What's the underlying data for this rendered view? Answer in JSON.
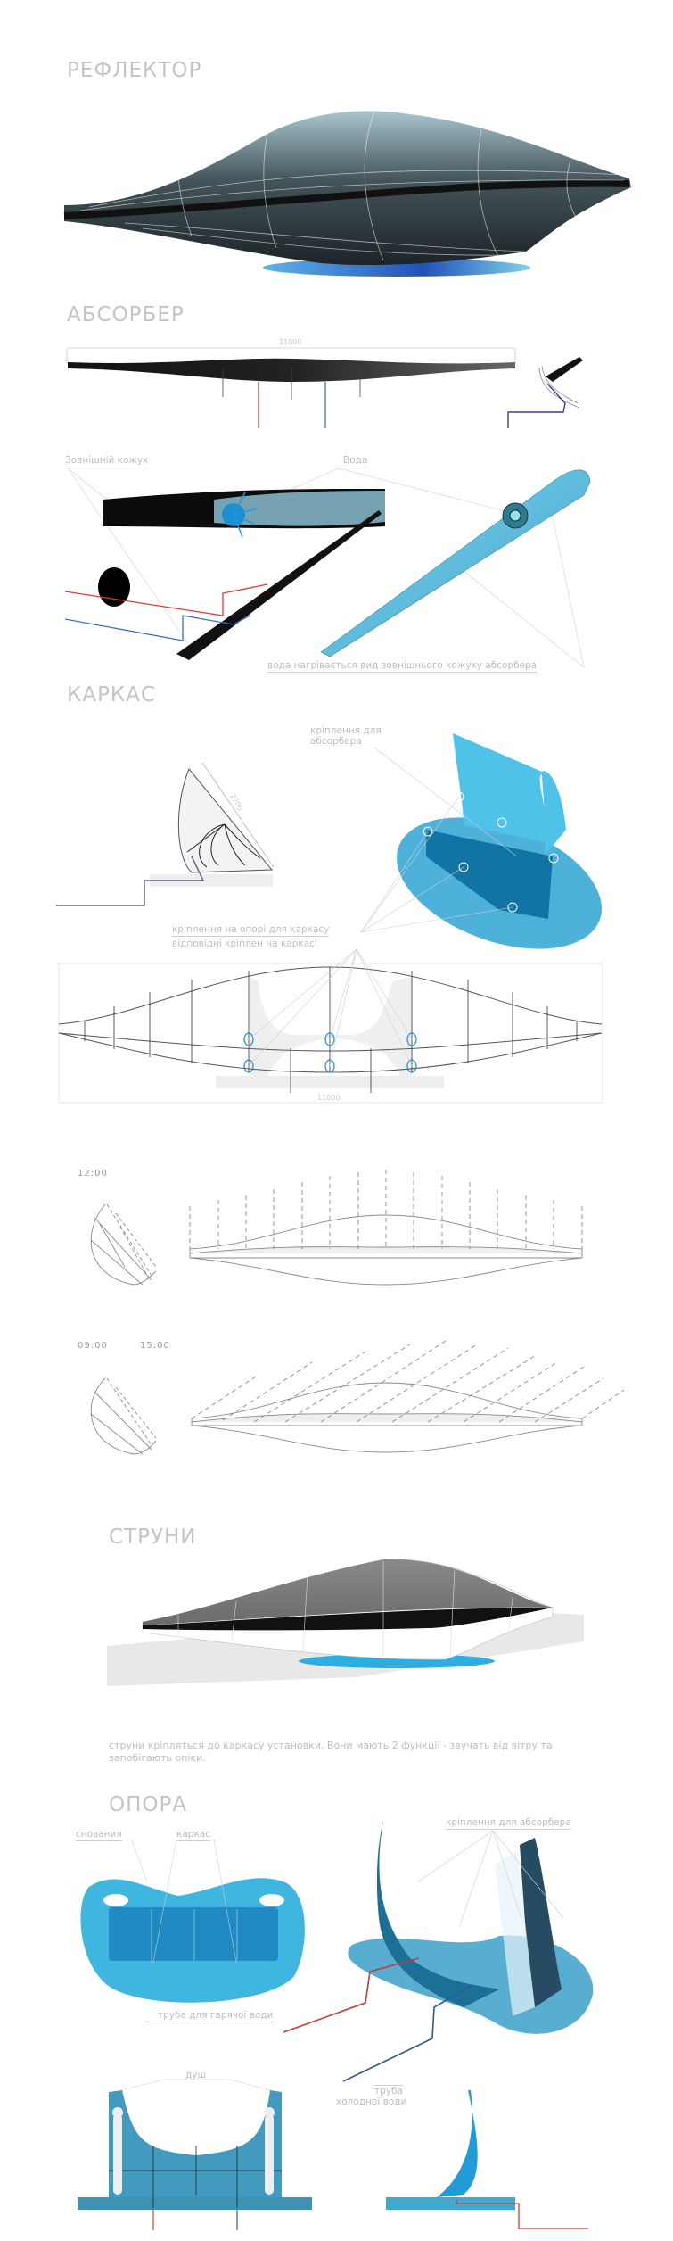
{
  "sections": {
    "reflector": {
      "title": "РЕФЛЕКТОР"
    },
    "absorber": {
      "title": "АБСОРБЕР",
      "dimension": "11000",
      "label_outer_shell": "Зовнішній кожух",
      "label_water": "Вода",
      "caption": "вода нагрівається вид зовнішнього кожуху абсорбера"
    },
    "frame": {
      "title": "КАРКАС",
      "label_absorber_mount_line1": "кріплення для",
      "label_absorber_mount_line2": "абсорбера",
      "dimension_height": "2700",
      "label_support_mounts": "кріплення на опорі для каркасу",
      "label_frame_mounts": "відповідні кріплен на каркасі",
      "dimension": "11000"
    },
    "sun_studies": {
      "noon": "12:00",
      "morning": "09:00",
      "afternoon": "15:00"
    },
    "strings": {
      "title": "СТРУНИ",
      "description": "струни кріпляться до каркасу установки. Вони мають 2 функції - звучать від вітру та запобігають опіки."
    },
    "support": {
      "title": "ОПОРА",
      "label_base": "снования",
      "label_frame": "каркас",
      "label_absorber_mounts": "кріплення для абсорбера",
      "label_hot_pipe": "труба для гарячої води",
      "label_shower": "душ",
      "label_cold_pipe_line1": "труба",
      "label_cold_pipe_line2": "холодної води"
    }
  },
  "colors": {
    "accent_blue": "#3fb6e0",
    "hot_pipe": "#d9343b",
    "cold_pipe": "#3a5a9c",
    "label_gray": "#bdbdbd"
  }
}
